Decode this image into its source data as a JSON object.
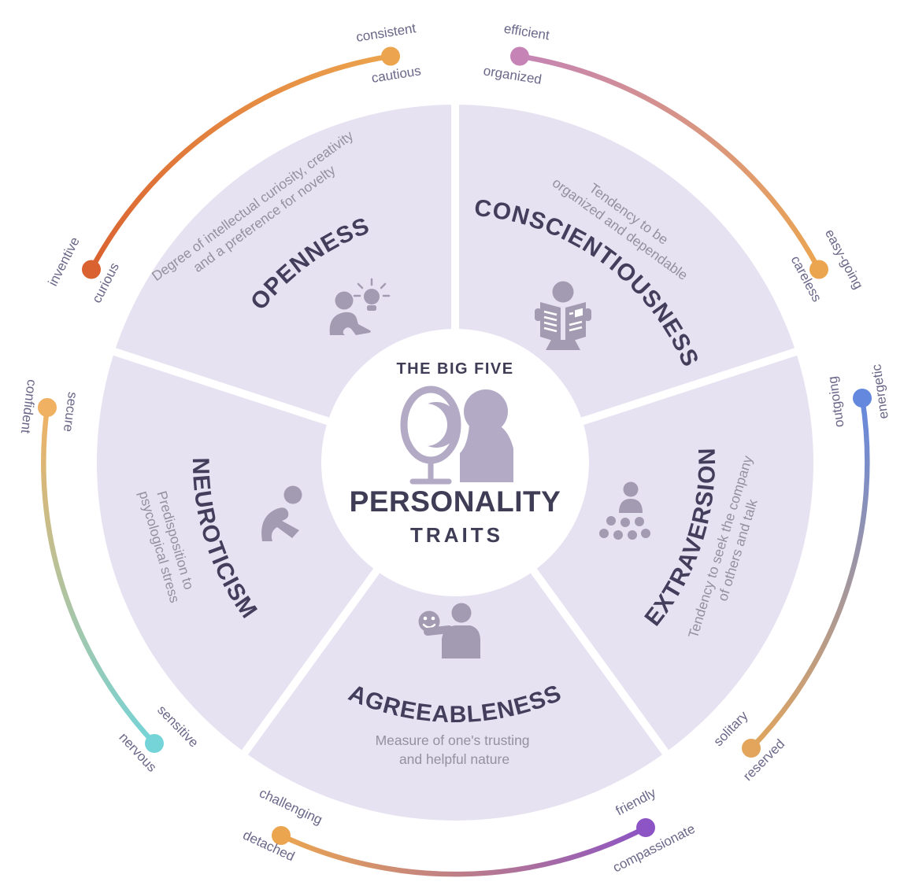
{
  "title_area": {
    "kicker": "THE BIG FIVE",
    "title": "PERSONALITY",
    "subtitle": "TRAITS"
  },
  "traits": [
    {
      "name": "OPENNESS",
      "description": [
        "Degree of intellectual curiosity, creativity",
        "and a preference for novelty"
      ],
      "icon": "person-with-lightbulb-icon",
      "spectrum": {
        "start_outer": "consistent",
        "start_inner": "cautious",
        "end_outer": "inventive",
        "end_inner": "curious"
      },
      "arc_gradient": [
        "#ECA44E",
        "#DA6230"
      ]
    },
    {
      "name": "CONSCIENTIOUSNESS",
      "description": [
        "Tendency to be",
        "organized and dependable"
      ],
      "icon": "person-reading-newspaper-icon",
      "spectrum": {
        "start_outer": "efficient",
        "start_inner": "organized",
        "end_outer": "easy-going",
        "end_inner": "careless"
      },
      "arc_gradient": [
        "#C584B5",
        "#EBA54F"
      ]
    },
    {
      "name": "EXTRAVERSION",
      "description": [
        "Tendency to seek the company",
        "of others and talk"
      ],
      "icon": "speaker-with-audience-icon",
      "spectrum": {
        "start_outer": "energetic",
        "start_inner": "outgoing",
        "end_outer": "reserved",
        "end_inner": "solitary"
      },
      "arc_gradient": [
        "#6588DF",
        "#E2A55B"
      ]
    },
    {
      "name": "AGREEABLENESS",
      "description": [
        "Measure of one's trusting",
        "and helpful nature"
      ],
      "icon": "person-holding-smiley-icon",
      "spectrum": {
        "start_outer": "detached",
        "start_inner": "challenging",
        "end_outer": "compassionate",
        "end_inner": "friendly"
      },
      "arc_gradient": [
        "#EBA54F",
        "#8C54C4"
      ]
    },
    {
      "name": "NEUROTICISM",
      "description": [
        "Predisposition to",
        "psycological stress"
      ],
      "icon": "crouched-person-icon",
      "spectrum": {
        "start_outer": "confident",
        "start_inner": "secure",
        "end_outer": "nervous",
        "end_inner": "sensitive"
      },
      "arc_gradient": [
        "#F0B163",
        "#74D4D8"
      ]
    }
  ],
  "colors": {
    "segment": "#E7E2F2",
    "trait_title": "#423E5B",
    "description": "#94919E",
    "spectrum_label": "#6A6788",
    "icon": "#A39BB1",
    "center_icon": "#B3AAC5",
    "background": "#FFFFFF"
  }
}
